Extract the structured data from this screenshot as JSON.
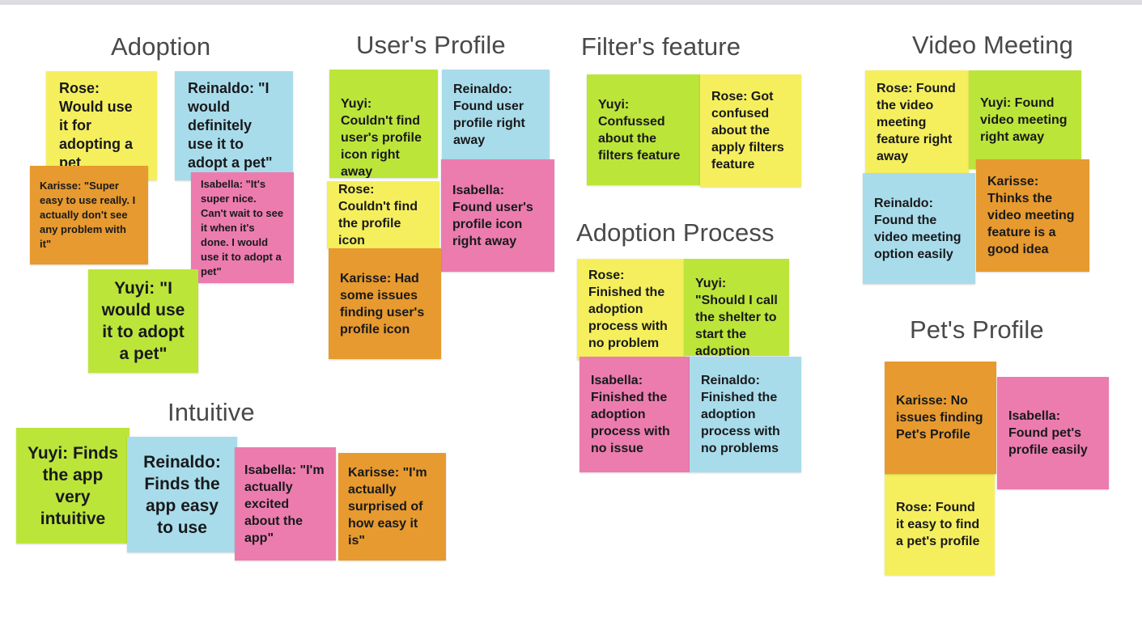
{
  "board": {
    "title": "Usability Test Affinity Map",
    "background": "#ffffff",
    "top_strip_color": "#dcdde3"
  },
  "palette": {
    "yellow": "#F5EF5E",
    "green": "#BCE53A",
    "blue": "#A9DCEA",
    "pink": "#EC7CAE",
    "orange": "#E79A2F",
    "heading_text": "#48494b",
    "note_text": "#18191c"
  },
  "groups": [
    {
      "id": "adoption",
      "title": "Adoption"
    },
    {
      "id": "users-profile",
      "title": "User's Profile"
    },
    {
      "id": "filters-feature",
      "title": "Filter's feature"
    },
    {
      "id": "video-meeting",
      "title": "Video Meeting"
    },
    {
      "id": "adoption-process",
      "title": "Adoption Process"
    },
    {
      "id": "intuitive",
      "title": "Intuitive"
    },
    {
      "id": "pets-profile",
      "title": "Pet's Profile"
    }
  ],
  "notes": {
    "adoption": [
      {
        "author": "Rose",
        "color": "yellow",
        "text": "Rose: Would use it for adopting a pet"
      },
      {
        "author": "Reinaldo",
        "color": "blue",
        "text": "Reinaldo: \"I would definitely use it to adopt a pet\""
      },
      {
        "author": "Karisse",
        "color": "orange",
        "text": "Karisse: \"Super easy to use really. I actually don't see any problem with it\""
      },
      {
        "author": "Isabella",
        "color": "pink",
        "text": "Isabella: \"It's super nice. Can't wait to see it when it's done. I would use it to adopt a pet\""
      },
      {
        "author": "Yuyi",
        "color": "green",
        "text": "Yuyi: \"I would use it to adopt a pet\""
      }
    ],
    "users_profile": [
      {
        "author": "Yuyi",
        "color": "green",
        "text": "Yuyi: Couldn't find user's profile icon right away"
      },
      {
        "author": "Reinaldo",
        "color": "blue",
        "text": "Reinaldo: Found user profile right away"
      },
      {
        "author": "Rose",
        "color": "yellow",
        "text": "Rose: Couldn't find the profile icon"
      },
      {
        "author": "Isabella",
        "color": "pink",
        "text": "Isabella: Found user's profile icon right away"
      },
      {
        "author": "Karisse",
        "color": "orange",
        "text": "Karisse: Had some issues finding user's profile icon"
      }
    ],
    "filters_feature": [
      {
        "author": "Yuyi",
        "color": "green",
        "text": "Yuyi: Confussed about the filters feature"
      },
      {
        "author": "Rose",
        "color": "yellow",
        "text": "Rose: Got confused about the apply filters feature"
      }
    ],
    "adoption_process": [
      {
        "author": "Rose",
        "color": "yellow",
        "text": "Rose: Finished the adoption process with no problem"
      },
      {
        "author": "Yuyi",
        "color": "green",
        "text": "Yuyi: \"Should I call the shelter to start the adoption process\""
      },
      {
        "author": "Isabella",
        "color": "pink",
        "text": "Isabella: Finished the adoption process with no issue"
      },
      {
        "author": "Reinaldo",
        "color": "blue",
        "text": "Reinaldo: Finished the adoption process with no problems"
      }
    ],
    "video_meeting": [
      {
        "author": "Rose",
        "color": "yellow",
        "text": "Rose: Found the video meeting feature right away"
      },
      {
        "author": "Yuyi",
        "color": "green",
        "text": "Yuyi: Found video meeting right away"
      },
      {
        "author": "Reinaldo",
        "color": "blue",
        "text": "Reinaldo: Found the video meeting option easily"
      },
      {
        "author": "Karisse",
        "color": "orange",
        "text": "Karisse: Thinks the video meeting feature is a good idea"
      }
    ],
    "intuitive": [
      {
        "author": "Yuyi",
        "color": "green",
        "text": "Yuyi: Finds the app very intuitive"
      },
      {
        "author": "Reinaldo",
        "color": "blue",
        "text": "Reinaldo: Finds the app easy to use"
      },
      {
        "author": "Isabella",
        "color": "pink",
        "text": "Isabella: \"I'm actually excited about the app\""
      },
      {
        "author": "Karisse",
        "color": "orange",
        "text": "Karisse: \"I'm actually surprised of how easy it is\""
      }
    ],
    "pets_profile": [
      {
        "author": "Karisse",
        "color": "orange",
        "text": "Karisse: No issues finding Pet's Profile"
      },
      {
        "author": "Isabella",
        "color": "pink",
        "text": "Isabella: Found pet's profile easily"
      },
      {
        "author": "Rose",
        "color": "yellow",
        "text": "Rose: Found it easy to find a pet's profile"
      }
    ]
  }
}
